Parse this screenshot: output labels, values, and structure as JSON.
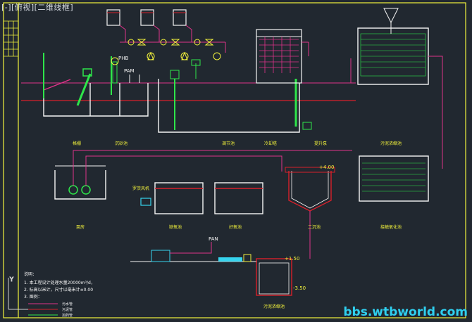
{
  "viewport": {
    "label": "[-][俯视][二维线框]"
  },
  "watermark": "bbs.wtbworld.com",
  "elevations": {
    "cooling_tower": "+4.00",
    "lamella_tank": "+1.50",
    "lamella_base": "-3.50"
  },
  "pipe_labels": {
    "pam": "PAM",
    "pam_lower": "PAN",
    "phb": "PHB"
  },
  "notes": {
    "heading": "说明：",
    "line1": "1. 本工程设计处理水量20000m³/d，",
    "line2": "2. 标高以米计，尺寸以毫米计±0.00",
    "line3": "3. 图例："
  },
  "legend": {
    "water": "污水管",
    "sludge": "污泥管",
    "chemical": "加药管"
  },
  "colors": {
    "background": "#212830",
    "structure": "#f5f5f5",
    "water_pipe": "#e0338a",
    "sludge_line": "#d8202a",
    "equipment": "#2ee64a",
    "label": "#f2f23c",
    "accent": "#ffffff",
    "highlight": "#f0f030",
    "cyan": "#36d4ee"
  }
}
